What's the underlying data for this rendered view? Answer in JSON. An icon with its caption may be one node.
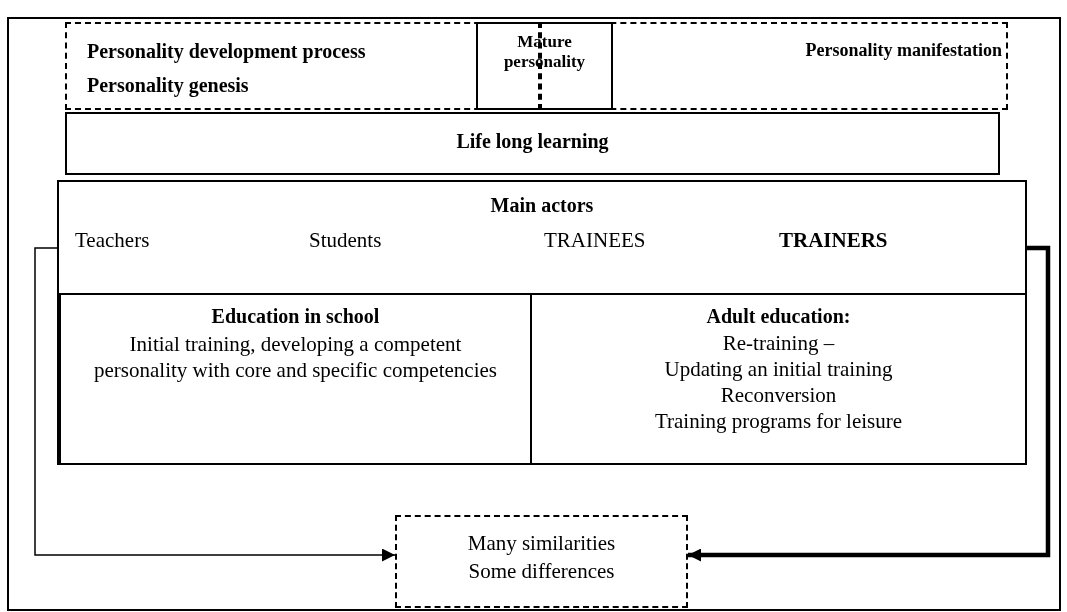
{
  "diagram": {
    "nodes": [
      {
        "text": [
          "Personality development process",
          "Personality genesis"
        ]
      },
      {
        "text": [
          "Mature personality"
        ]
      },
      {
        "text": [
          "Personality manifestation"
        ]
      },
      {
        "text": [
          "Life long learning"
        ]
      },
      {
        "text": [
          "Main actors",
          "Teachers",
          "Students",
          "TRAINEES",
          "TRAINERS"
        ]
      },
      {
        "text": [
          "Education in school",
          "Initial training, developing a competent personality with core and specific competencies"
        ],
        "in": 4
      },
      {
        "text": [
          "Adult education:",
          "Re-training –",
          "Updating an initial training",
          "Reconversion",
          "Training programs for leisure"
        ],
        "in": 4
      },
      {
        "text": [
          "Many similarities",
          "Some differences"
        ]
      }
    ],
    "edges": [
      {
        "from": 4,
        "to": 7,
        "arrow": "to"
      },
      {
        "from": 4,
        "to": 7,
        "arrow": "to",
        "style": "thick"
      }
    ]
  }
}
